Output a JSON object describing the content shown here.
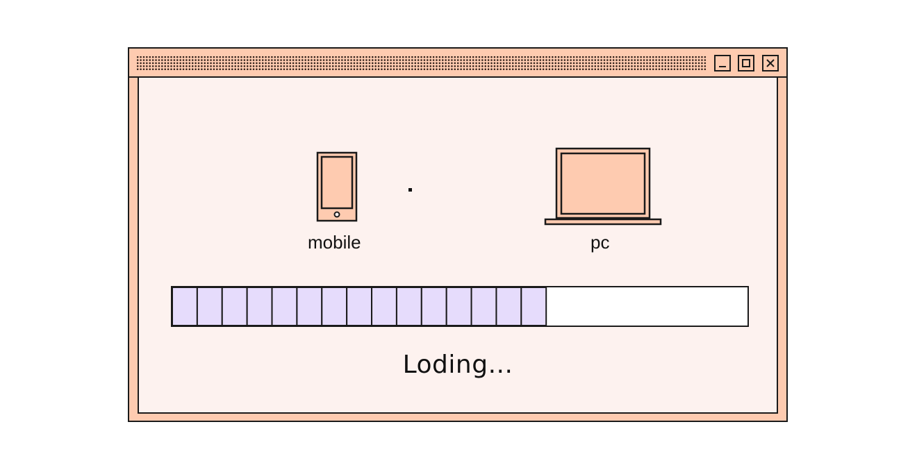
{
  "window": {
    "controls": {
      "minimize_icon": "minimize-icon",
      "maximize_icon": "maximize-icon",
      "close_icon": "close-icon"
    }
  },
  "devices": {
    "mobile": {
      "label": "mobile",
      "icon": "mobile-phone-icon"
    },
    "pc": {
      "label": "pc",
      "icon": "laptop-icon"
    }
  },
  "progress": {
    "filled_segments": 15,
    "fraction": 0.65,
    "fill_color": "#e6dcfc",
    "empty_color": "#ffffff"
  },
  "status_text": "Loding...",
  "colors": {
    "window_frame": "#fecbb0",
    "content_bg": "#fdf2ef",
    "outline": "#1a1a1a"
  }
}
